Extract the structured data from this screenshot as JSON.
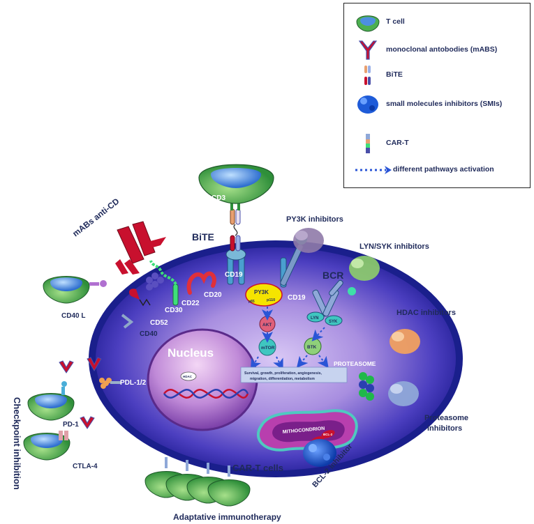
{
  "legend": {
    "t_cell": "T cell",
    "mabs": "monoclonal antobodies (mABS)",
    "bite": "BiTE",
    "smis": "small molecules inhibitors (SMIs)",
    "car_t": "CAR-T",
    "pathways": "different pathways activation"
  },
  "labels": {
    "mabs_anti_cd": "mABs anti-CD",
    "bite": "BiTE",
    "cd3": "CD3",
    "cd19_top": "CD19",
    "cd19_bcr": "CD19",
    "bcr": "BCR",
    "cd20": "CD20",
    "cd22": "CD22",
    "cd30": "CD30",
    "cd52": "CD52",
    "cd40": "CD40",
    "cd40l": "CD40 L",
    "pdl": "PDL-1/2",
    "pd1": "PD-1",
    "ctla4": "CTLA-4",
    "checkpoint": "Checkpoint inhibition",
    "car_t_cells": "CAR-T cells",
    "adaptative": "Adaptative immunotherapy",
    "py3k_inh": "PY3K inhibitors",
    "lyn_syk_inh": "LYN/SYK inhibitors",
    "hdac_inh": "HDAC inhibitors",
    "proteasome_inh_1": "Proteasome",
    "proteasome_inh_2": "inhibitors",
    "bcl2_inh": "BCL-2 inhibitor",
    "nucleus": "Nucleus",
    "proteasome": "PROTEASOME",
    "mitochondrion": "MITHOCONDRION",
    "py3k": "PY3K",
    "p110": "p110",
    "p85": "p85",
    "akt": "AKT",
    "mtor": "mTOR",
    "btk": "BTK",
    "lyn": "LYN",
    "syk": "SYK",
    "hdac": "HDAC",
    "bcl2": "BCL-2",
    "outcome_1": "Survival, growth, proliferation, angiogenesis,",
    "outcome_2": "migration, differentiation, metabolism"
  },
  "colors": {
    "cell_outer": "#2b2fb8",
    "cell_inner": "#b79ae6",
    "membrane": "#1a1f8c",
    "t_cell_green": "#4caf50",
    "t_cell_nucleus": "#4d8fe0",
    "antibody_red": "#c8102e",
    "antibody_blue": "#4a4fa8",
    "text_navy": "#1f2a5a",
    "smi_blue": "#1e5bd8",
    "pathway_arrow": "#2a55d6"
  }
}
